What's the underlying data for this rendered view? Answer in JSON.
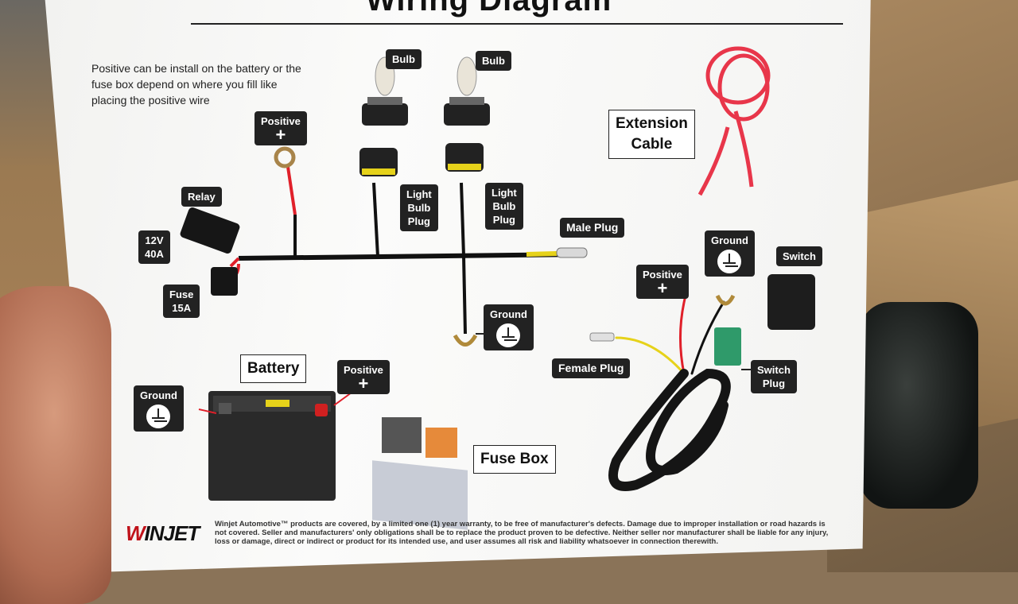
{
  "diagram": {
    "title": "Wiring Diagram",
    "note": "Positive can be install on the battery or the fuse box depend on where you fill like placing the positive wire",
    "labels": {
      "bulb_left": "Bulb",
      "bulb_right": "Bulb",
      "positive_top": "Positive",
      "positive_battery": "Positive",
      "positive_switch": "Positive",
      "plus": "+",
      "relay": "Relay",
      "relay_rating_1": "12V",
      "relay_rating_2": "40A",
      "fuse_1": "Fuse",
      "fuse_2": "15A",
      "light_bulb_plug_left_1": "Light",
      "light_bulb_plug_left_2": "Bulb",
      "light_bulb_plug_left_3": "Plug",
      "light_bulb_plug_right_1": "Light",
      "light_bulb_plug_right_2": "Bulb",
      "light_bulb_plug_right_3": "Plug",
      "male_plug": "Male Plug",
      "ground_mid": "Ground",
      "ground_battery": "Ground",
      "ground_switch": "Ground",
      "battery": "Battery",
      "fuse_box": "Fuse Box",
      "extension_cable_1": "Extension",
      "extension_cable_2": "Cable",
      "switch": "Switch",
      "female_plug": "Female Plug",
      "switch_plug_1": "Switch",
      "switch_plug_2": "Plug"
    },
    "warranty": "Winjet Automotive™ products are covered, by a limited one (1) year warranty, to be free of manufacturer's defects. Damage due to improper installation or road hazards is not covered. Seller and manufacturers' only obligations shall be to replace the product proven to be defective. Neither seller nor manufacturer shall be liable for any injury, loss or damage, direct or indirect or product for its intended use, and user assumes all risk and liability whatsoever in connection therewith.",
    "brand": "WINJET",
    "colors": {
      "label_bg": "#222222",
      "wire_red": "#e0202a",
      "wire_yellow": "#e6d21a",
      "wire_black": "#111111",
      "switch_plug_green": "#2f9a6a"
    }
  }
}
